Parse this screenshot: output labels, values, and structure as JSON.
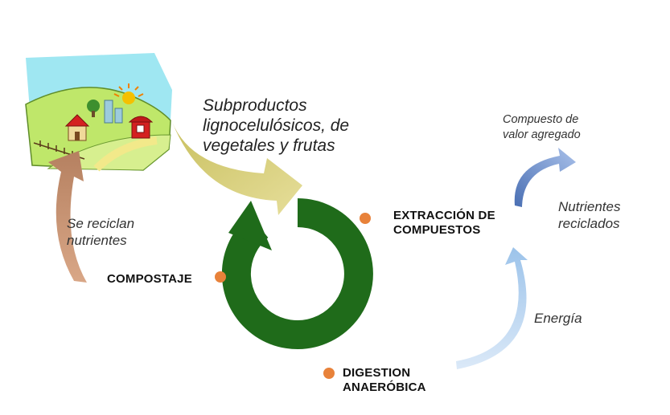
{
  "labels": {
    "subproductos": [
      "Subproductos",
      "lignocelulósicos, de",
      "vegetales y  frutas"
    ],
    "se_reciclan": [
      "Se reciclan",
      "nutrientes"
    ],
    "compostaje": "COMPOSTAJE",
    "extraccion": [
      "EXTRACCIÓN DE",
      "COMPUESTOS"
    ],
    "digestion": [
      "DIGESTION",
      "ANAERÓBICA"
    ],
    "compuesto": [
      "Compuesto de",
      "valor agregado"
    ],
    "nutrientes_reciclados": [
      "Nutrientes",
      "reciclados"
    ],
    "energia": "Energía"
  },
  "colors": {
    "cycle_green": "#1f6b1a",
    "node_orange": "#e8823a",
    "feed_arrow": "#d8d07a",
    "recycle_arrow": "#c98f66",
    "compound_arrow": "#6f8fc9",
    "energy_arrow": "#b7d3f0",
    "sky": "#9fe7f2",
    "hill": "#bfe76a"
  },
  "icons": {
    "farm": "farm-landscape-illustration"
  }
}
